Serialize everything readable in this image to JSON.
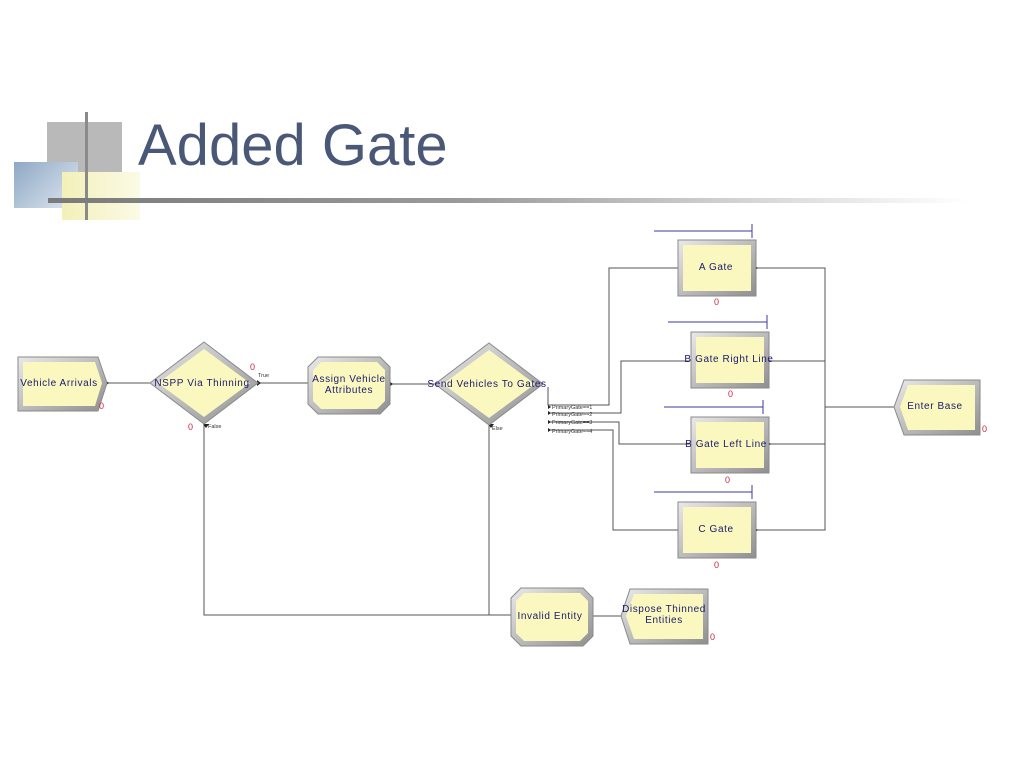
{
  "slide": {
    "title": "Added Gate"
  },
  "colors": {
    "module_fill": "#fbf8bf",
    "module_border": "#b5b5b5",
    "title": "#4a5878",
    "counter": "#cc2244",
    "text": "#1a1a6e"
  },
  "modules": {
    "vehicle_arrivals": "Vehicle Arrivals",
    "nspp": "NSPP Via Thinning",
    "assign_line1": "Assign Vehicle",
    "assign_line2": "Attributes",
    "send_vehicles": "Send Vehicles To Gates",
    "a_gate": "A Gate",
    "b_gate_right": "B Gate Right Line",
    "b_gate_left": "B Gate Left Line",
    "c_gate": "C Gate",
    "enter_base": "Enter Base",
    "invalid_entity": "Invalid Entity",
    "dispose_line1": "Dispose Thinned",
    "dispose_line2": "Entities"
  },
  "branches": {
    "true_label": "True",
    "false_label": "False",
    "else_label": "Else",
    "gate_conditions": [
      "PrimaryGate==1",
      "PrimaryGate==2",
      "PrimaryGate==3",
      "PrimaryGate==4"
    ]
  },
  "counters": {
    "vehicle_arrivals": "0",
    "nspp_top": "0",
    "nspp_bottom": "0",
    "a_gate": "0",
    "b_gate_right": "0",
    "b_gate_left": "0",
    "c_gate": "0",
    "enter_base": "0",
    "dispose": "0"
  }
}
